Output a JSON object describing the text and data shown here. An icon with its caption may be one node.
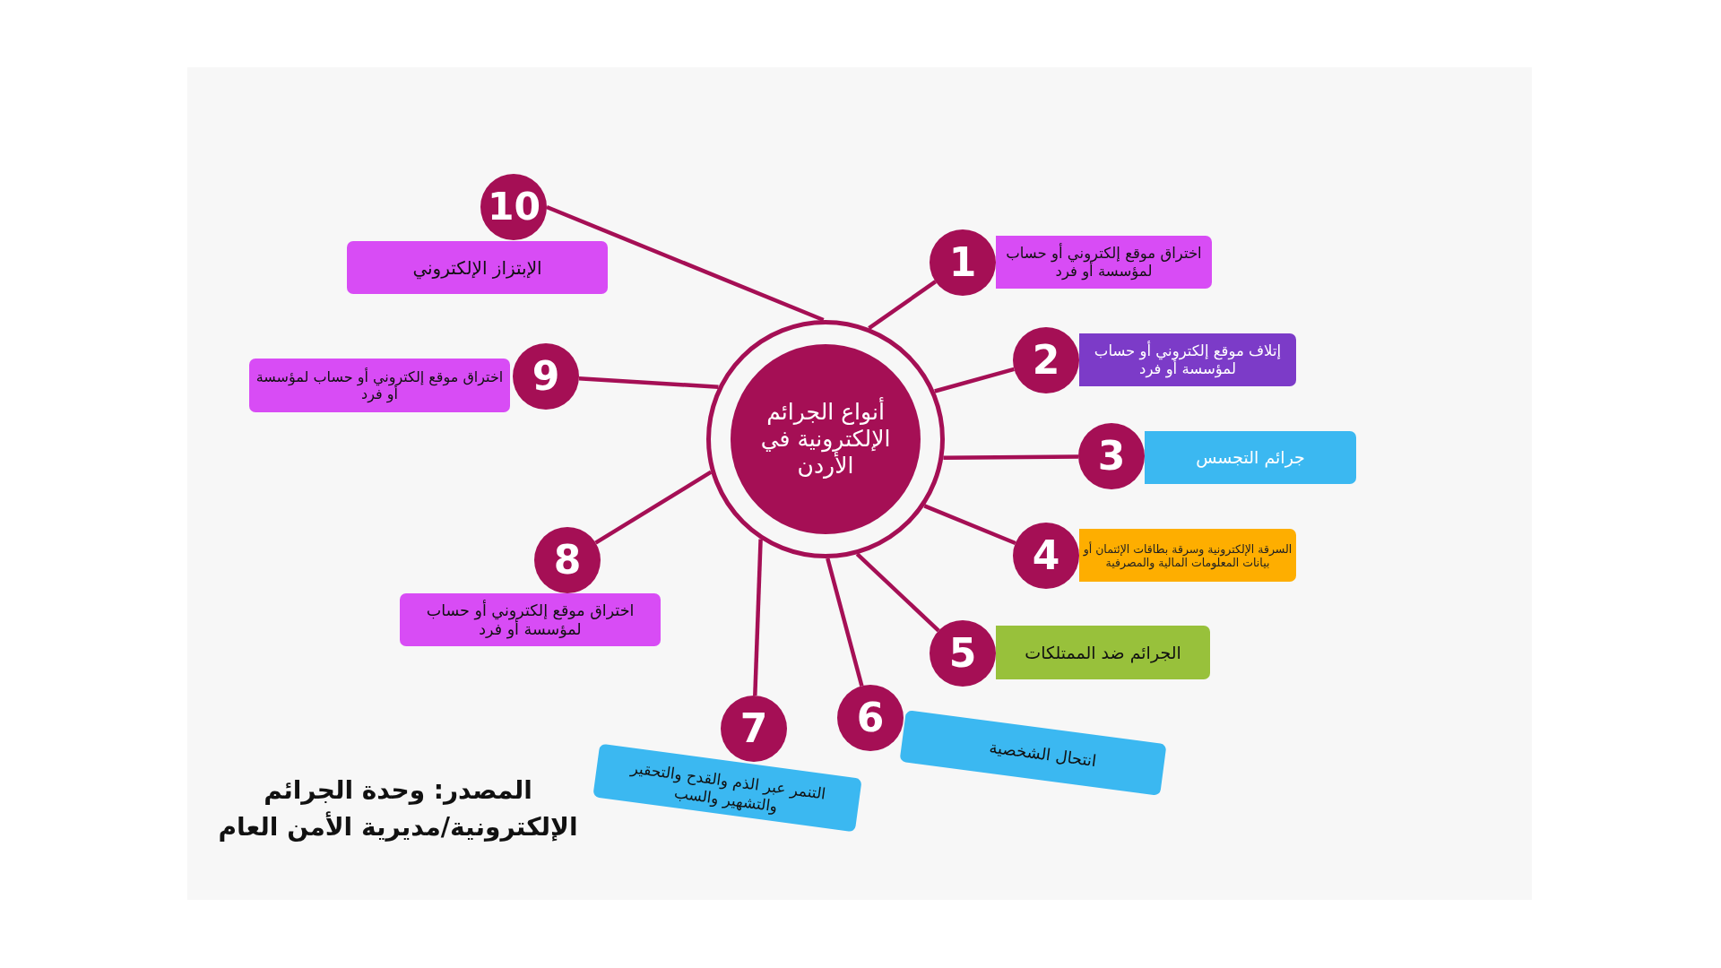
{
  "diagram": {
    "nodes": [
      {
        "text": [],
        "shape": "circle"
      },
      {
        "text": [
          "أنواع الجرائم الإلكترونية في الأردن"
        ],
        "in": 0
      },
      {
        "text": [
          "1"
        ]
      },
      {
        "text": [
          "اختراق موقع إلكتروني أو حساب لمؤسسة أو فرد"
        ]
      },
      {
        "text": [
          "2"
        ]
      },
      {
        "text": [
          "إتلاف موقع إلكتروني أو حساب لمؤسسة أو فرد"
        ]
      },
      {
        "text": [
          "3"
        ]
      },
      {
        "text": [
          "جرائم التجسس"
        ]
      },
      {
        "text": [
          "4"
        ]
      },
      {
        "text": [
          "السرقة الإلكترونية وسرقة بطاقات الإئتمان أو بيانات المعلومات المالية والمصرفية"
        ]
      },
      {
        "text": [
          "5"
        ]
      },
      {
        "text": [
          "الجرائم ضد الممتلكات"
        ]
      },
      {
        "text": [
          "6"
        ]
      },
      {
        "text": [
          "انتحال الشخصية"
        ]
      },
      {
        "text": [
          "7"
        ]
      },
      {
        "text": [
          "التنمر عبر الذم والقدح والتحقير والتشهير والسب"
        ]
      },
      {
        "text": [
          "8"
        ]
      },
      {
        "text": [
          "اختراق موقع إلكتروني أو حساب لمؤسسة أو فرد"
        ]
      },
      {
        "text": [
          "9"
        ]
      },
      {
        "text": [
          "اختراق موقع إلكتروني أو حساب لمؤسسة أو فرد"
        ]
      },
      {
        "text": [
          "10"
        ]
      },
      {
        "text": [
          "الإبتزاز الإلكتروني"
        ]
      }
    ],
    "edges": [
      {
        "from": 0,
        "to": 2,
        "arrow": "none"
      },
      {
        "from": 0,
        "to": 4,
        "arrow": "none"
      },
      {
        "from": 0,
        "to": 6,
        "arrow": "none"
      },
      {
        "from": 0,
        "to": 8,
        "arrow": "none"
      },
      {
        "from": 0,
        "to": 10,
        "arrow": "none"
      },
      {
        "from": 0,
        "to": 12,
        "arrow": "none"
      },
      {
        "from": 0,
        "to": 14,
        "arrow": "none"
      },
      {
        "from": 0,
        "to": 16,
        "arrow": "none"
      },
      {
        "from": 0,
        "to": 18,
        "arrow": "none"
      },
      {
        "from": 0,
        "to": 20,
        "arrow": "none"
      }
    ],
    "labels": [
      "المصدر: وحدة الجرائم الإلكترونية/مديرية الأمن العام"
    ]
  }
}
